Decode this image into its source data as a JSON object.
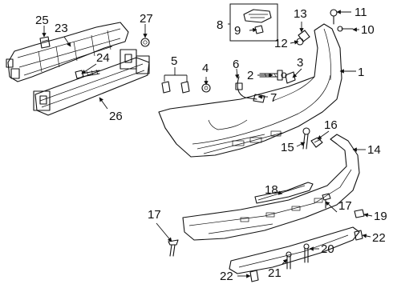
{
  "callouts": [
    {
      "id": "c1",
      "label": "1"
    },
    {
      "id": "c2",
      "label": "2"
    },
    {
      "id": "c3",
      "label": "3"
    },
    {
      "id": "c4",
      "label": "4"
    },
    {
      "id": "c5",
      "label": "5"
    },
    {
      "id": "c6",
      "label": "6"
    },
    {
      "id": "c7",
      "label": "7"
    },
    {
      "id": "c8",
      "label": "8"
    },
    {
      "id": "c9",
      "label": "9"
    },
    {
      "id": "c10",
      "label": "10"
    },
    {
      "id": "c11",
      "label": "11"
    },
    {
      "id": "c12",
      "label": "12"
    },
    {
      "id": "c13",
      "label": "13"
    },
    {
      "id": "c14",
      "label": "14"
    },
    {
      "id": "c15",
      "label": "15"
    },
    {
      "id": "c16",
      "label": "16"
    },
    {
      "id": "c17a",
      "label": "17"
    },
    {
      "id": "c17b",
      "label": "17"
    },
    {
      "id": "c18",
      "label": "18"
    },
    {
      "id": "c19",
      "label": "19"
    },
    {
      "id": "c20",
      "label": "20"
    },
    {
      "id": "c21",
      "label": "21"
    },
    {
      "id": "c22a",
      "label": "22"
    },
    {
      "id": "c22b",
      "label": "22"
    },
    {
      "id": "c23",
      "label": "23"
    },
    {
      "id": "c24",
      "label": "24"
    },
    {
      "id": "c25",
      "label": "25"
    },
    {
      "id": "c26",
      "label": "26"
    },
    {
      "id": "c27",
      "label": "27"
    }
  ]
}
